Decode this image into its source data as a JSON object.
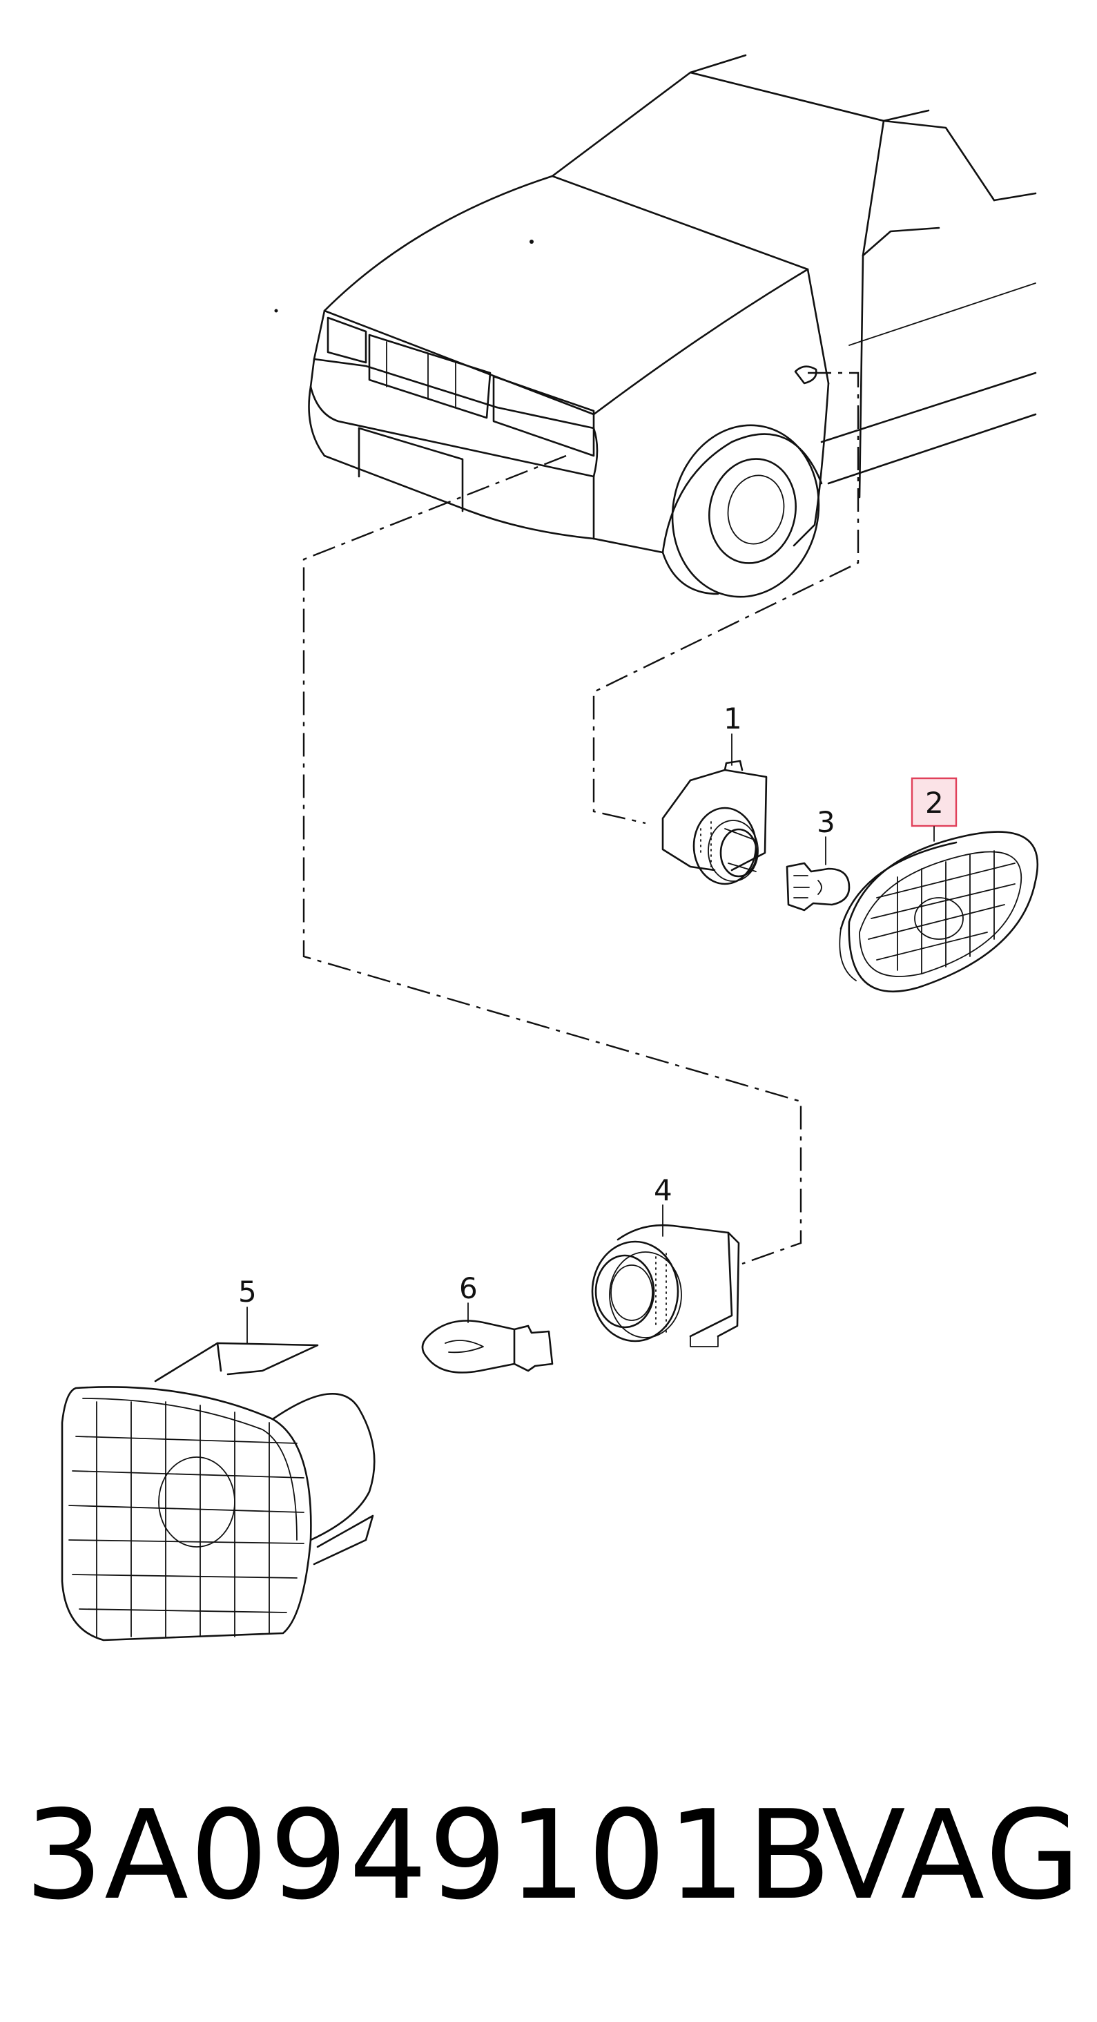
{
  "callouts": [
    {
      "label": "1"
    },
    {
      "label": "2",
      "highlighted": true
    },
    {
      "label": "3"
    },
    {
      "label": "4"
    },
    {
      "label": "5"
    },
    {
      "label": "6"
    }
  ],
  "highlight_color": "#e0405a",
  "footer": {
    "part_number": "3A0949101B",
    "brand": "VAG"
  }
}
